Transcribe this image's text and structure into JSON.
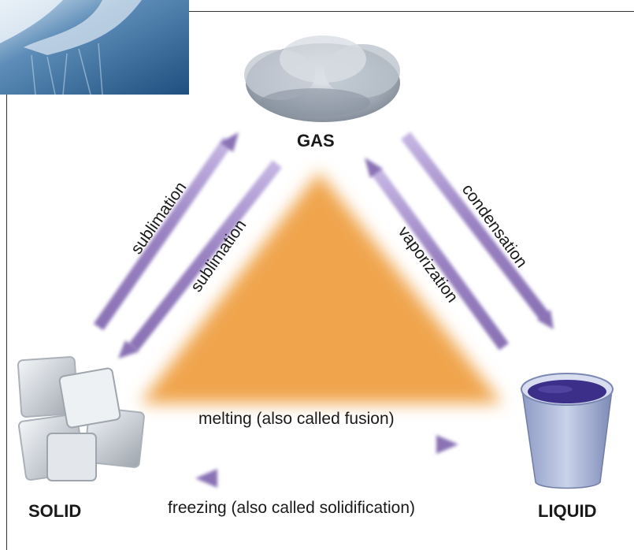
{
  "states": {
    "gas": "GAS",
    "solid": "SOLID",
    "liquid": "LIQUID"
  },
  "processes": {
    "sublimation_up": "sublimation",
    "sublimation_down": "sublimation",
    "condensation": "condensation",
    "vaporization": "vaporization",
    "melting": "melting (also called fusion)",
    "freezing": "freezing (also called solidification)"
  },
  "colors": {
    "arrow": "#9a82c2",
    "triangle": "#f0a54e",
    "cloud": "#9aa4b0",
    "ice": "#d9dde2",
    "liquid_surface": "#3b2f8a",
    "cup": "#b9c3e0"
  },
  "icons": {
    "gas": "cloud-icon",
    "solid": "ice-cubes-icon",
    "liquid": "liquid-cup-icon"
  }
}
